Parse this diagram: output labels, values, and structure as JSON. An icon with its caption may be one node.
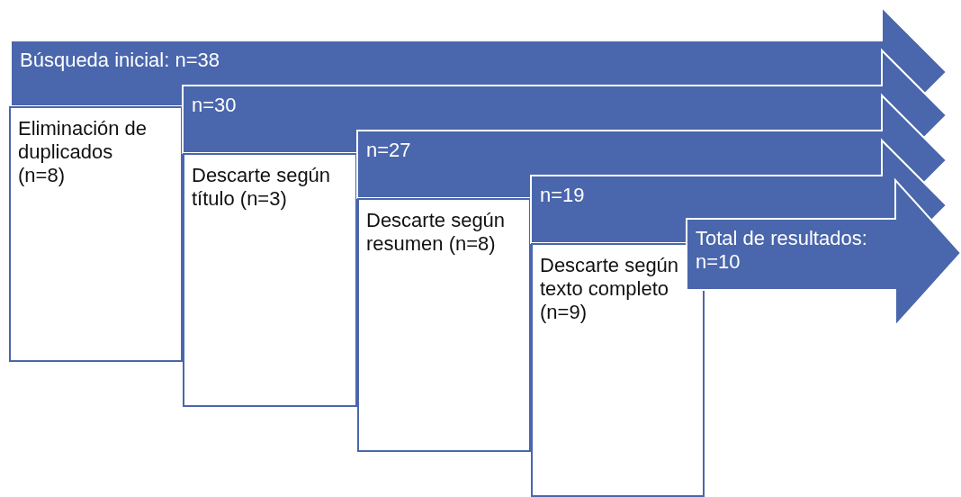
{
  "diagram": {
    "nodes": [
      {
        "text": [
          "Búsqueda inicial: n=38"
        ]
      },
      {
        "text": [
          "Eliminación de duplicados (n=8)"
        ]
      },
      {
        "text": [
          "n=30"
        ]
      },
      {
        "text": [
          "Descarte según título (n=3)"
        ]
      },
      {
        "text": [
          "n=27"
        ]
      },
      {
        "text": [
          "Descarte según resumen (n=8)"
        ]
      },
      {
        "text": [
          "n=19"
        ]
      },
      {
        "text": [
          "Descarte según texto completo (n=9)"
        ]
      },
      {
        "text": [
          "Total de resultados: n=10"
        ]
      }
    ]
  }
}
